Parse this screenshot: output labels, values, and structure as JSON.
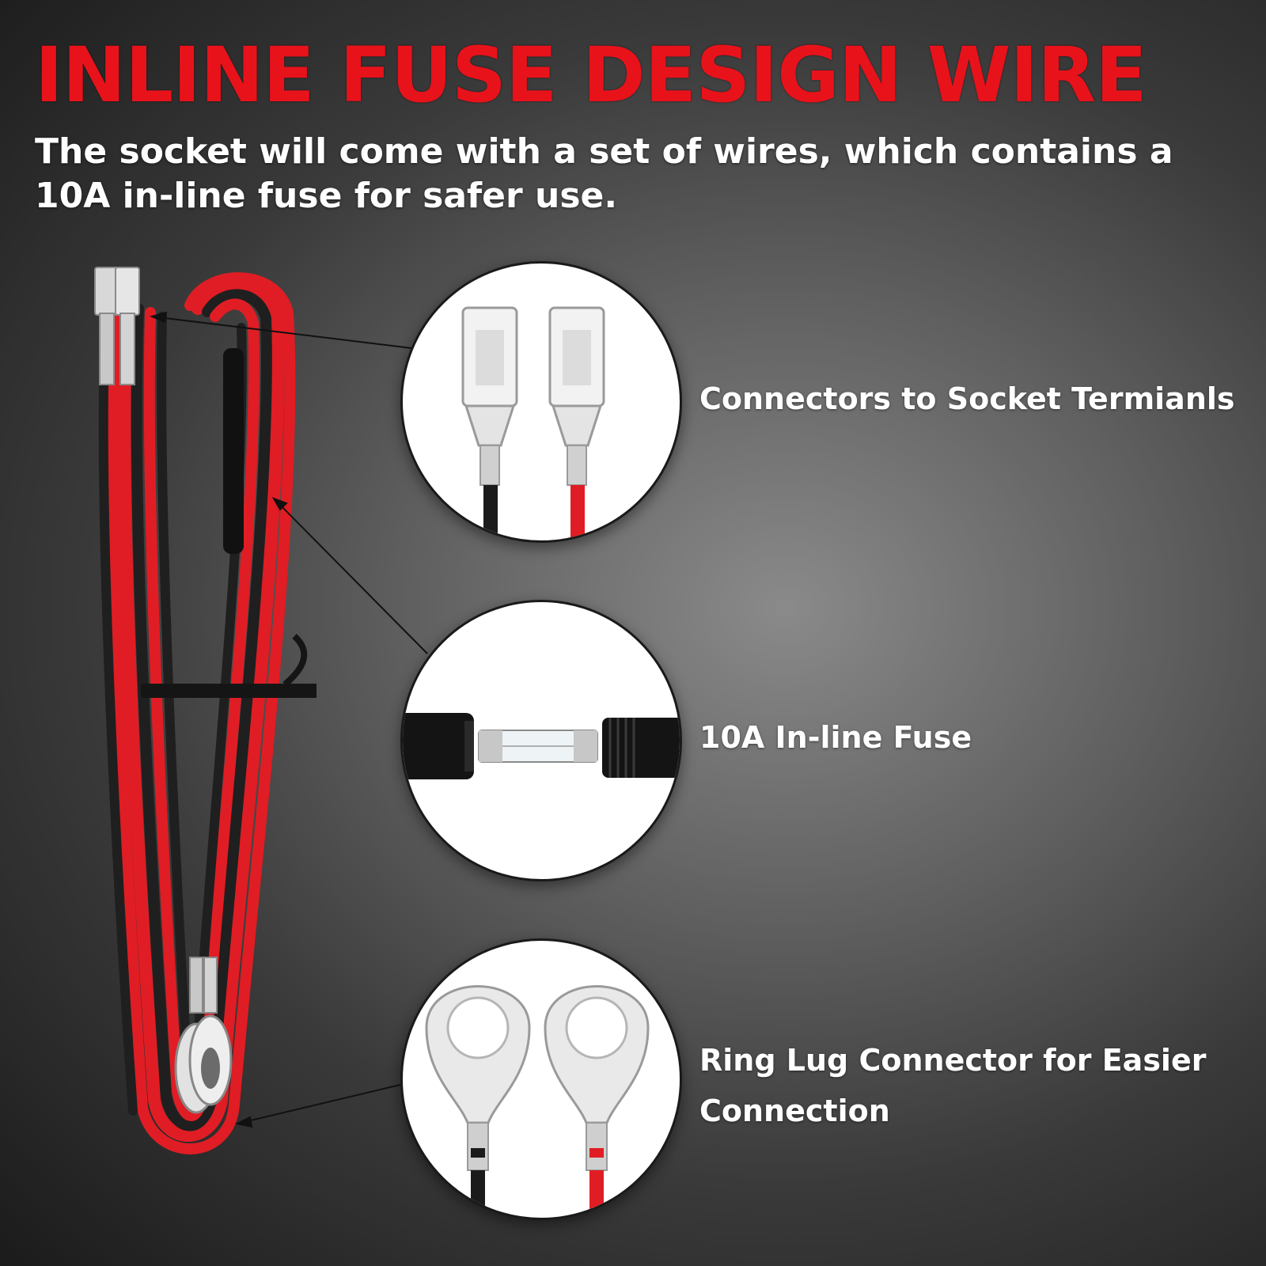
{
  "headline": "INLINE FUSE DESIGN WIRE",
  "subhead": "The socket will come with a set of wires, which contains a 10A in-line fuse for safer use.",
  "callouts": [
    {
      "label": "Connectors to Socket Termianls",
      "icon": "spade-connectors-icon"
    },
    {
      "label": "10A In-line Fuse",
      "icon": "inline-fuse-icon"
    },
    {
      "label": "Ring Lug Connector for Easier Connection",
      "icon": "ring-lug-icon"
    }
  ],
  "colors": {
    "headline": "#e8121b",
    "text": "#ffffff",
    "wire_red": "#e01d24",
    "wire_black": "#1f1f1f",
    "circle_fill": "#ffffff"
  }
}
